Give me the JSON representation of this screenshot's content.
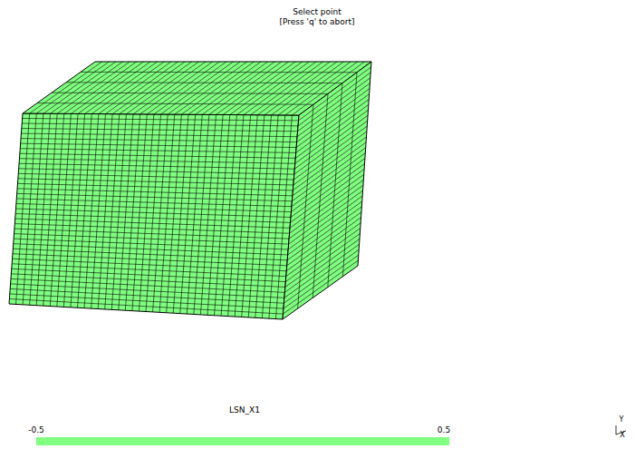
{
  "diagram": {
    "labels": [
      "Select point",
      "[Press 'q' to abort]",
      "LSN_X1",
      "-0.5",
      "0.5",
      "Y",
      "X"
    ]
  }
}
